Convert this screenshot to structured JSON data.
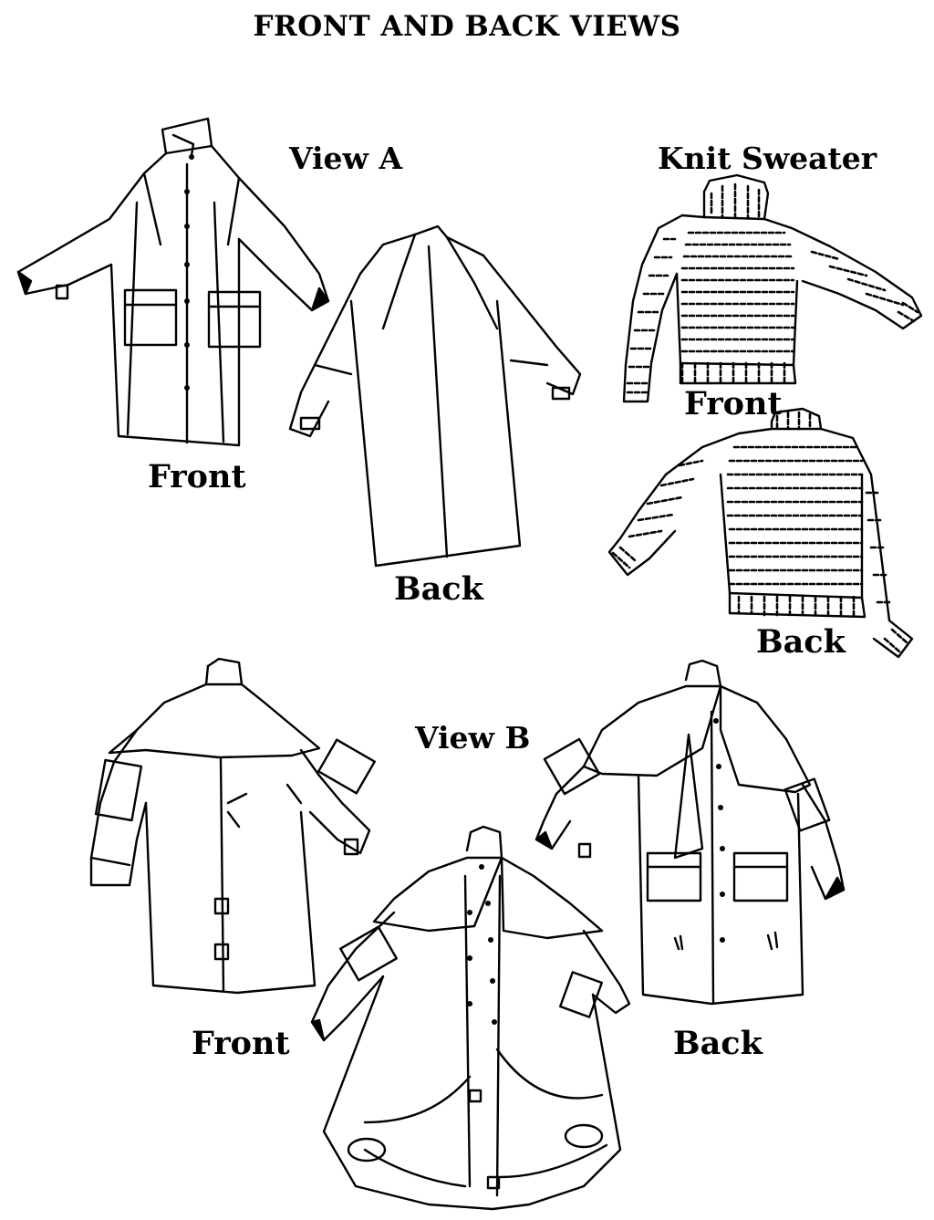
{
  "title": "FRONT AND BACK VIEWS",
  "view_a": {
    "heading": "View A",
    "front_label": "Front",
    "back_label": "Back"
  },
  "knit_sweater": {
    "heading": "Knit Sweater",
    "front_label": "Front",
    "back_label": "Back"
  },
  "view_b": {
    "heading": "View B",
    "front_label": "Front",
    "back_label": "Back"
  }
}
